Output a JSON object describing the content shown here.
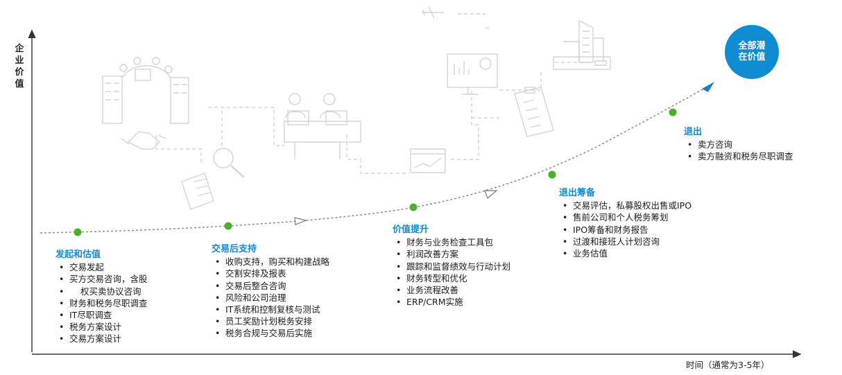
{
  "axes": {
    "y_label": "企业价值",
    "x_label": "时间（通常为3-5年）"
  },
  "goal": {
    "label": "全部潜在价值"
  },
  "stages": [
    {
      "title": "发起和估值",
      "items": [
        "交易发起",
        "买方交易咨询，含股",
        "权买卖协议咨询",
        "财务和税务尽职调查",
        "IT尽职调查",
        "税务方案设计",
        "交易方案设计"
      ]
    },
    {
      "title": "交易后支持",
      "items": [
        "收购支持，购买和构建战略",
        "交割安排及报表",
        "交易后整合咨询",
        "风险和公司治理",
        "IT系统和控制复核与测试",
        "员工奖励计划税务安排",
        "税务合规与交易后实施"
      ]
    },
    {
      "title": "价值提升",
      "items": [
        "财务与业务检查工具包",
        "利润改善方案",
        "跟踪和监督绩效与行动计划",
        "财务转型和优化",
        "业务流程改善",
        "ERP/CRM实施"
      ]
    },
    {
      "title": "退出筹备",
      "items": [
        "交易评估，私募股权出售或IPO",
        "售前公司和个人税务筹划",
        "IPO筹备和财务报告",
        "过渡和接班人计划咨询",
        "业务估值"
      ]
    },
    {
      "title": "退出",
      "items": [
        "卖方咨询",
        "卖方融资和税务尽职调查"
      ]
    }
  ],
  "colors": {
    "accent": "#0e8bd1",
    "milestone": "#4caf2a",
    "line": "#888888",
    "sketch": "#d0d0d0"
  },
  "icons": [
    "office-buildings-icon",
    "handshake-icon",
    "magnifier-icon",
    "documents-icon",
    "meeting-people-icon",
    "browser-chart-icon",
    "dashboard-monitor-icon",
    "clipboard-checklist-icon",
    "city-skyline-icon",
    "airplane-icon"
  ]
}
